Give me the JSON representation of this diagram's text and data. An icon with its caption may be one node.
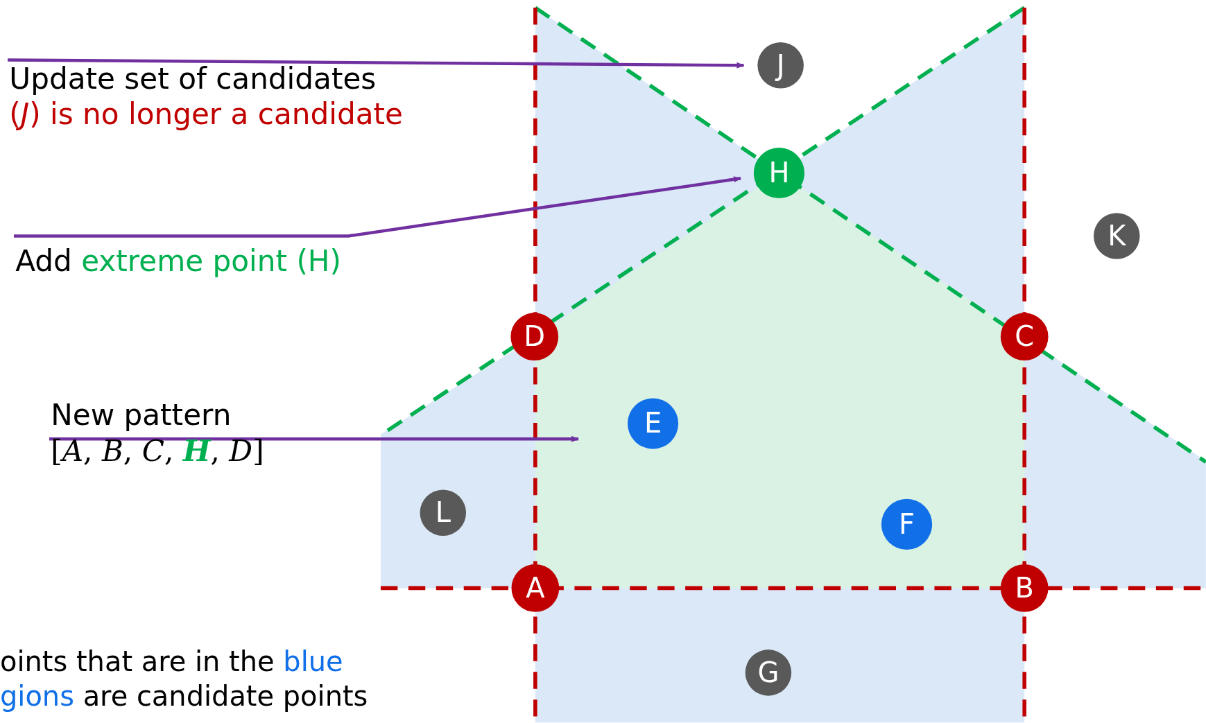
{
  "diagram": {
    "nodes": [
      {
        "text": [
          "Update set of candidates",
          "(*J*) is no longer a candidate"
        ]
      },
      {
        "text": [
          "J"
        ]
      },
      {
        "text": [
          "H"
        ]
      },
      {
        "text": [
          "Add *extreme point (H)*"
        ]
      },
      {
        "text": [
          "K"
        ]
      },
      {
        "text": [
          "D"
        ]
      },
      {
        "text": [
          "C"
        ]
      },
      {
        "text": [
          "New pattern",
          "[*A*, *B*, *C*, **H**, *D*]"
        ]
      },
      {
        "text": [
          "E"
        ]
      },
      {
        "text": [
          "L"
        ]
      },
      {
        "text": [
          "F"
        ]
      },
      {
        "text": [
          "A"
        ]
      },
      {
        "text": [
          "B"
        ]
      },
      {
        "text": [
          "G"
        ]
      }
    ],
    "edges": [
      {
        "from": 0,
        "to": 1,
        "arrow": "to"
      },
      {
        "from": 3,
        "to": 2,
        "arrow": "to"
      },
      {
        "from": 7,
        "to": null,
        "arrow": "to"
      }
    ],
    "labels": [
      "oints that are in the *blue* *gions* are candidate points"
    ]
  }
}
